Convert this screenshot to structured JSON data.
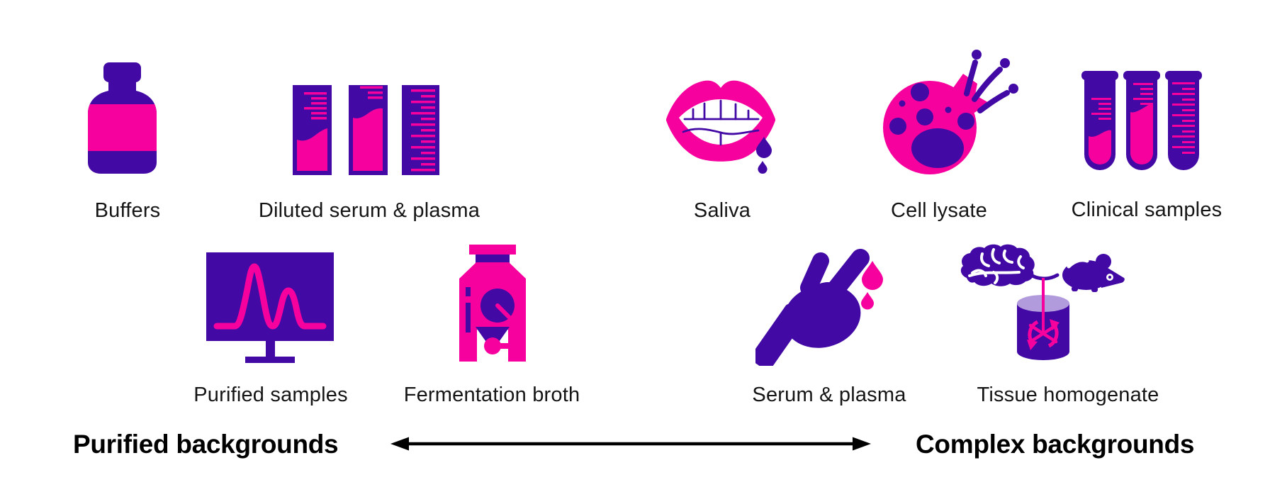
{
  "colors": {
    "pink": "#F6009E",
    "purple": "#4209A5",
    "lavender": "#B29BDC",
    "text": "#151515",
    "arrow": "#000000"
  },
  "items": {
    "buffers": {
      "label": "Buffers",
      "icon": "reagent-bottle-icon"
    },
    "diluted_serum_plasma": {
      "label": "Diluted serum & plasma",
      "icon": "graduated-cylinders-icon"
    },
    "saliva": {
      "label": "Saliva",
      "icon": "mouth-with-drop-icon"
    },
    "cell_lysate": {
      "label": "Cell lysate",
      "icon": "lysed-cell-icon"
    },
    "clinical_samples": {
      "label": "Clinical samples",
      "icon": "test-tubes-icon"
    },
    "purified_samples": {
      "label": "Purified samples",
      "icon": "chromatogram-monitor-icon"
    },
    "fermentation_broth": {
      "label": "Fermentation broth",
      "icon": "fermenter-tank-icon"
    },
    "serum_plasma": {
      "label": "Serum & plasma",
      "icon": "hand-with-drops-icon"
    },
    "tissue_homogenate": {
      "label": "Tissue homogenate",
      "icon": "tissue-homogenizer-icon"
    }
  },
  "axis": {
    "left_label": "Purified backgrounds",
    "right_label": "Complex backgrounds"
  }
}
